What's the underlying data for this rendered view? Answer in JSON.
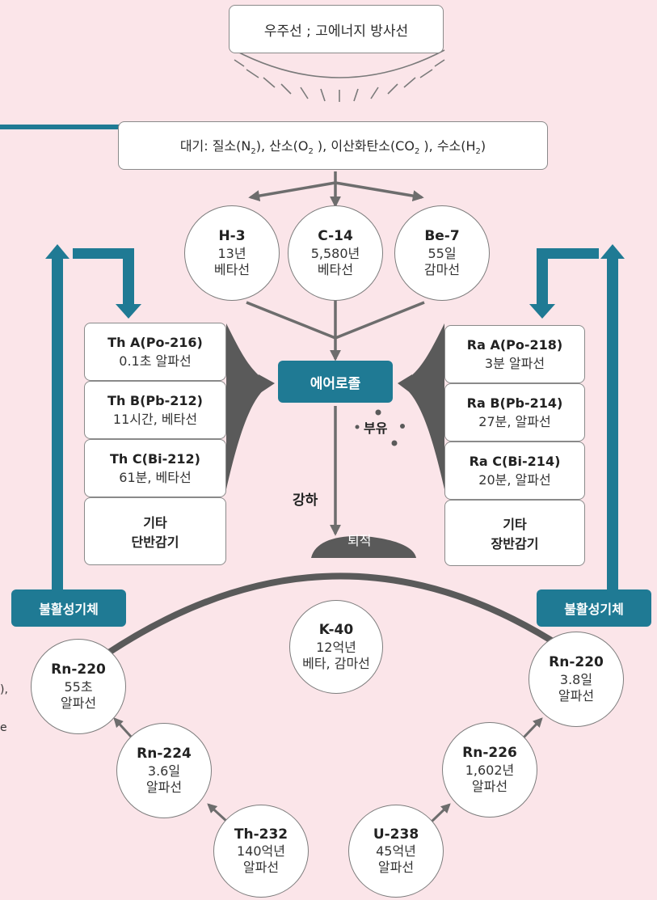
{
  "cosmic": {
    "label": "우주선 ; 고에너지 방사선"
  },
  "atmosphere": {
    "prefix": "대기: 질소(N",
    "parts": [
      {
        "sub": "2",
        "text": "), 산소(O"
      },
      {
        "sub": "2",
        "text": " ), 이산화탄소(CO"
      },
      {
        "sub": "2",
        "text": " ), 수소(H"
      },
      {
        "sub": "2",
        "text": ")"
      }
    ]
  },
  "cosmogenic": [
    {
      "name": "H-3",
      "half_life": "13년",
      "decay": "베타선"
    },
    {
      "name": "C-14",
      "half_life": "5,580년",
      "decay": "베타선"
    },
    {
      "name": "Be-7",
      "half_life": "55일",
      "decay": "감마선"
    }
  ],
  "aerosol": {
    "label": "에어로졸",
    "float_label": "부유",
    "fall_label": "강하",
    "deposit_label": "퇴적"
  },
  "thoron_progeny": [
    {
      "name": "Th A(Po-216)",
      "info": "0.1초 알파선"
    },
    {
      "name": "Th B(Pb-212)",
      "info": "11시간, 베타선"
    },
    {
      "name": "Th C(Bi-212)",
      "info": "61분, 베타선"
    },
    {
      "name": "기타",
      "info": "단반감기"
    }
  ],
  "radon_progeny": [
    {
      "name": "Ra A(Po-218)",
      "info": "3분 알파선"
    },
    {
      "name": "Ra B(Pb-214)",
      "info": "27분, 알파선"
    },
    {
      "name": "Ra C(Bi-214)",
      "info": "20분, 알파선"
    },
    {
      "name": "기타",
      "info": "장반감기"
    }
  ],
  "inert_gas_label": "불활성기체",
  "k40": {
    "name": "K-40",
    "half_life": "12억년",
    "decay": "베타, 감마선"
  },
  "thorium_chain": [
    {
      "name": "Rn-220",
      "half_life": "55초",
      "decay": "알파선"
    },
    {
      "name": "Rn-224",
      "half_life": "3.6일",
      "decay": "알파선"
    },
    {
      "name": "Th-232",
      "half_life": "140억년",
      "decay": "알파선"
    }
  ],
  "uranium_chain": [
    {
      "name": "Rn-220",
      "half_life": "3.8일",
      "decay": "알파선"
    },
    {
      "name": "Rn-226",
      "half_life": "1,602년",
      "decay": "알파선"
    },
    {
      "name": "U-238",
      "half_life": "45억년",
      "decay": "알파선"
    }
  ],
  "edge_fragments": {
    "upper": "),",
    "lower": "e"
  },
  "colors": {
    "background": "#fbe5e9",
    "teal": "#1f7a94",
    "gray_arrow": "#6d6d6d",
    "dark_shape": "#5a5a5a",
    "box_border": "#8a8a8a"
  }
}
